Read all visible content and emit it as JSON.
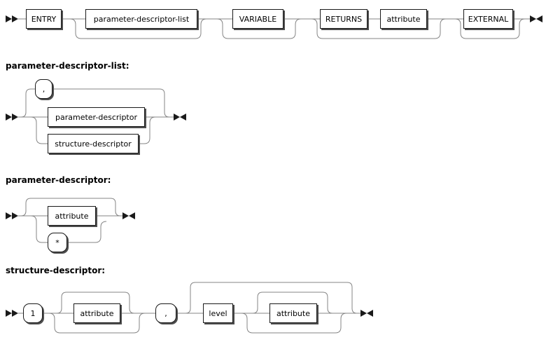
{
  "sections": {
    "entry_rule": {
      "nodes": {
        "entry": "ENTRY",
        "parameter_descriptor_list": "parameter-descriptor-list",
        "variable": "VARIABLE",
        "returns": "RETURNS",
        "attribute": "attribute",
        "external": "EXTERNAL"
      }
    },
    "parameter_descriptor_list": {
      "heading": "parameter-descriptor-list:",
      "nodes": {
        "comma": ",",
        "parameter_descriptor": "parameter-descriptor",
        "structure_descriptor": "structure-descriptor"
      }
    },
    "parameter_descriptor": {
      "heading": "parameter-descriptor:",
      "nodes": {
        "attribute": "attribute",
        "star": "*"
      }
    },
    "structure_descriptor": {
      "heading": "structure-descriptor:",
      "nodes": {
        "one": "1",
        "attribute_first": "attribute",
        "comma": ",",
        "level": "level",
        "attribute_second": "attribute"
      }
    }
  },
  "colors": {
    "rail_line": "#848484",
    "box_border": "#1a1a1a",
    "box_shadow": "#4d4d4d",
    "text": "#000000",
    "arrow": "#1a1a1a",
    "background": "#ffffff"
  }
}
